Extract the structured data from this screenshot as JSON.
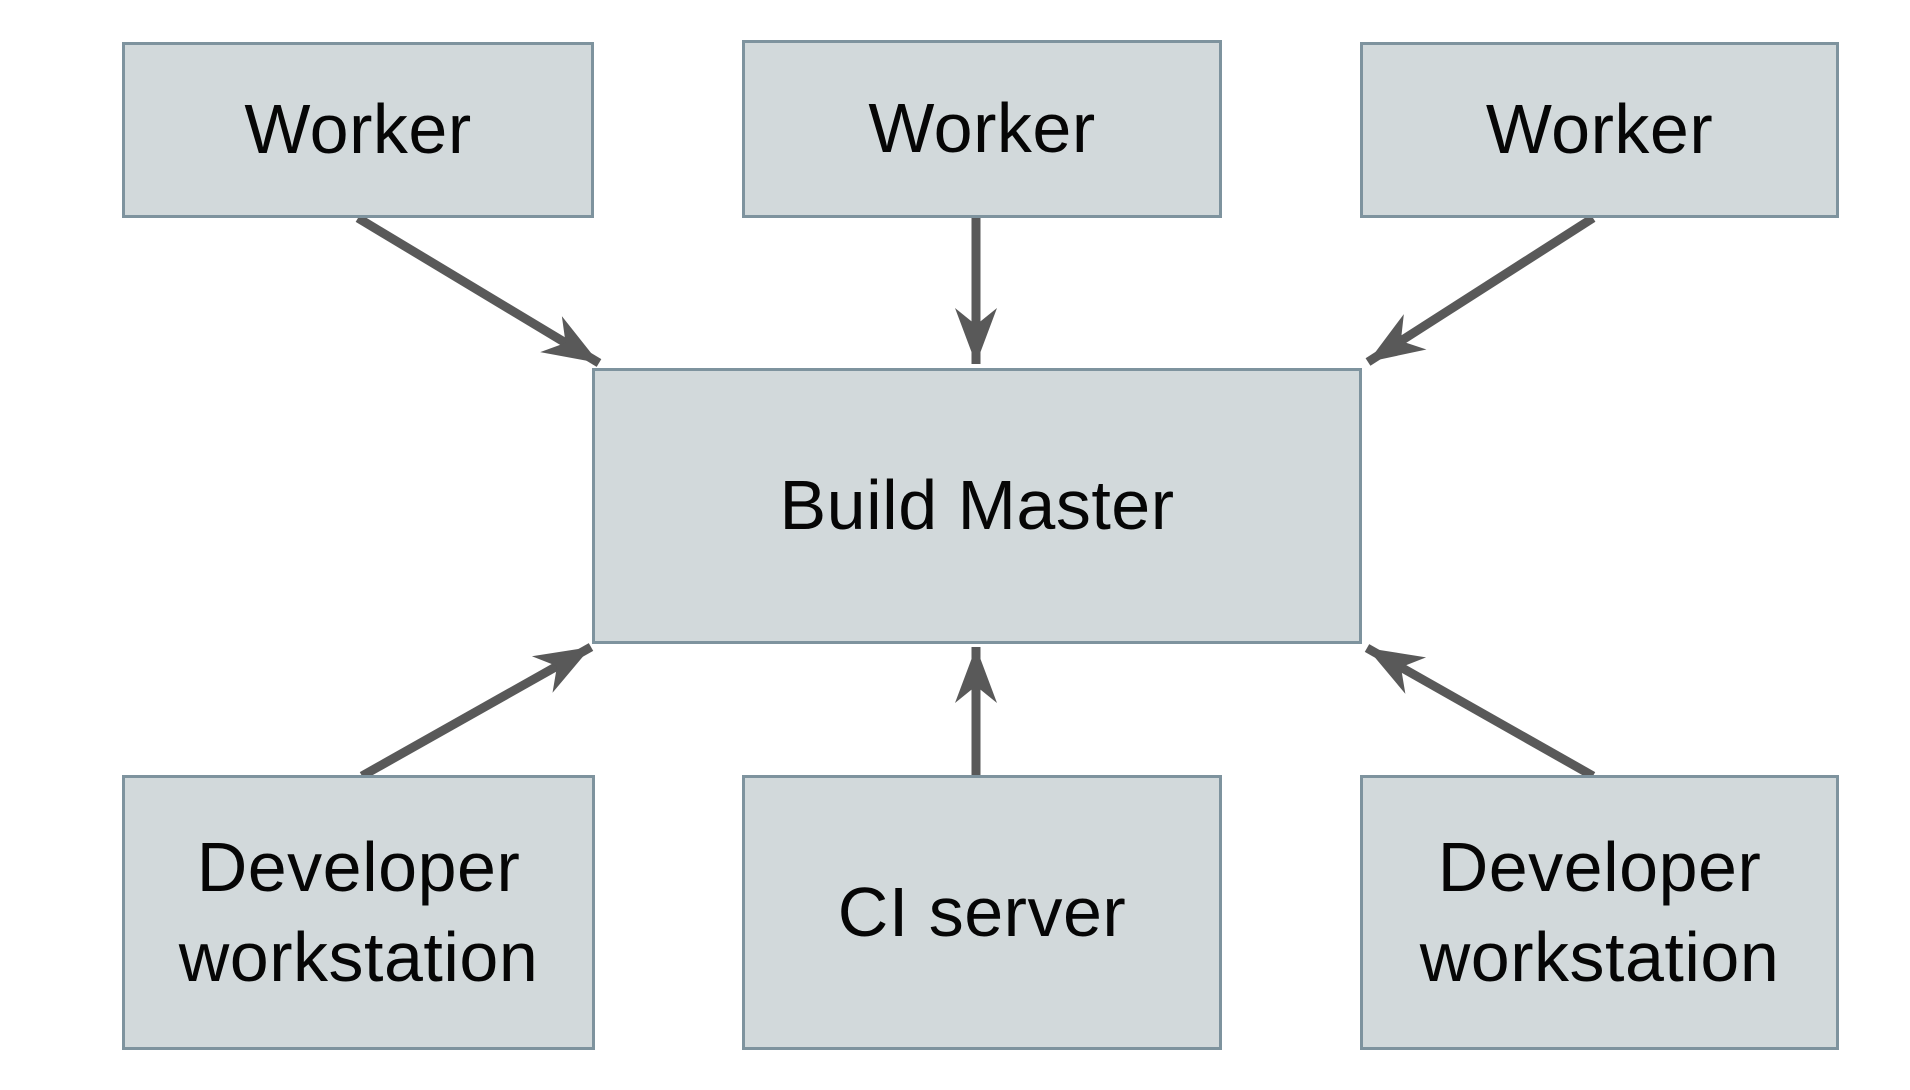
{
  "diagram": {
    "type": "architecture-diagram",
    "nodes": [
      {
        "id": "worker-1",
        "label": "Worker"
      },
      {
        "id": "worker-2",
        "label": "Worker"
      },
      {
        "id": "worker-3",
        "label": "Worker"
      },
      {
        "id": "build-master",
        "label": "Build Master"
      },
      {
        "id": "developer-workstation-left",
        "label": "Developer workstation"
      },
      {
        "id": "ci-server",
        "label": "CI server"
      },
      {
        "id": "developer-workstation-right",
        "label": "Developer workstation"
      }
    ],
    "edges": [
      {
        "from": "worker-1",
        "to": "build-master"
      },
      {
        "from": "worker-2",
        "to": "build-master"
      },
      {
        "from": "worker-3",
        "to": "build-master"
      },
      {
        "from": "developer-workstation-left",
        "to": "build-master"
      },
      {
        "from": "ci-server",
        "to": "build-master"
      },
      {
        "from": "developer-workstation-right",
        "to": "build-master"
      }
    ],
    "colors": {
      "node_fill": "#d2d9db",
      "node_border": "#7e939e",
      "arrow": "#595959",
      "text": "#060606",
      "background": "#ffffff"
    }
  }
}
